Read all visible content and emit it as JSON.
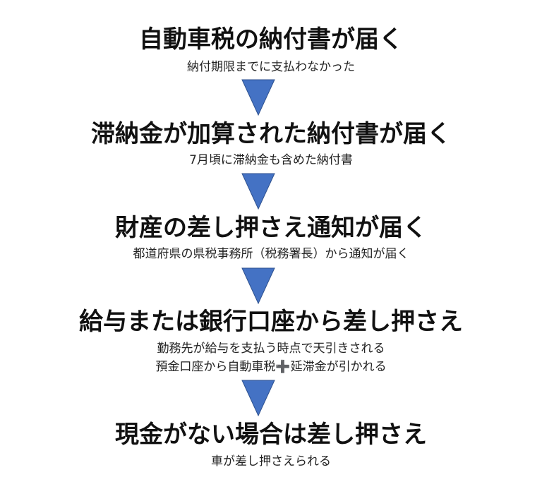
{
  "steps": [
    {
      "title": "自動車税の納付書が届く",
      "notes": [
        "納付期限までに支払わなかった"
      ]
    },
    {
      "title": "滞納金が加算された納付書が届く",
      "notes": [
        "7月頃に滞納金も含めた納付書"
      ]
    },
    {
      "title": "財産の差し押さえ通知が届く",
      "notes": [
        "都道府県の県税事務所（税務署長）から通知が届く"
      ]
    },
    {
      "title": "給与または銀行口座から差し押さえ",
      "notes": [
        "勤務先が給与を支払う時点で天引きされる",
        "預金口座から自動車税➕延滞金が引かれる"
      ]
    },
    {
      "title": "現金がない場合は差し押さえ",
      "notes": [
        "車が差し押さえられる"
      ]
    }
  ],
  "arrow": {
    "shape": "down-triangle",
    "fill": "#4472C4",
    "stroke": "#2F528F"
  }
}
